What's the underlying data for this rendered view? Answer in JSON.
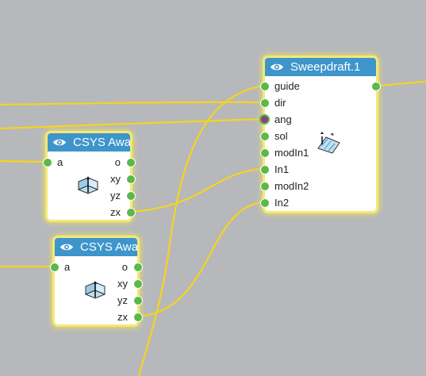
{
  "nodes": {
    "sweepdraft": {
      "title": "Sweepdraft.1",
      "inputs": [
        "guide",
        "dir",
        "ang",
        "sol",
        "modIn1",
        "In1",
        "modIn2",
        "In2"
      ],
      "selected_input": "ang"
    },
    "csys1": {
      "title": "CSYS Awa",
      "input": "a",
      "outputs": [
        "o",
        "xy",
        "yz",
        "zx"
      ]
    },
    "csys2": {
      "title": "CSYS Awa",
      "input": "a",
      "outputs": [
        "o",
        "xy",
        "yz",
        "zx"
      ]
    }
  },
  "colors": {
    "canvas": "#b7b8bc",
    "wire": "#f3d51e",
    "header": "#3d95cb",
    "port": "#5bb947",
    "selected_port": "#8c3f8c",
    "glow": "#ece25a"
  },
  "icons": {
    "visibility": "eye-icon",
    "sweepdraft": "sweep-draft-icon",
    "csys": "coordinate-system-icon"
  }
}
